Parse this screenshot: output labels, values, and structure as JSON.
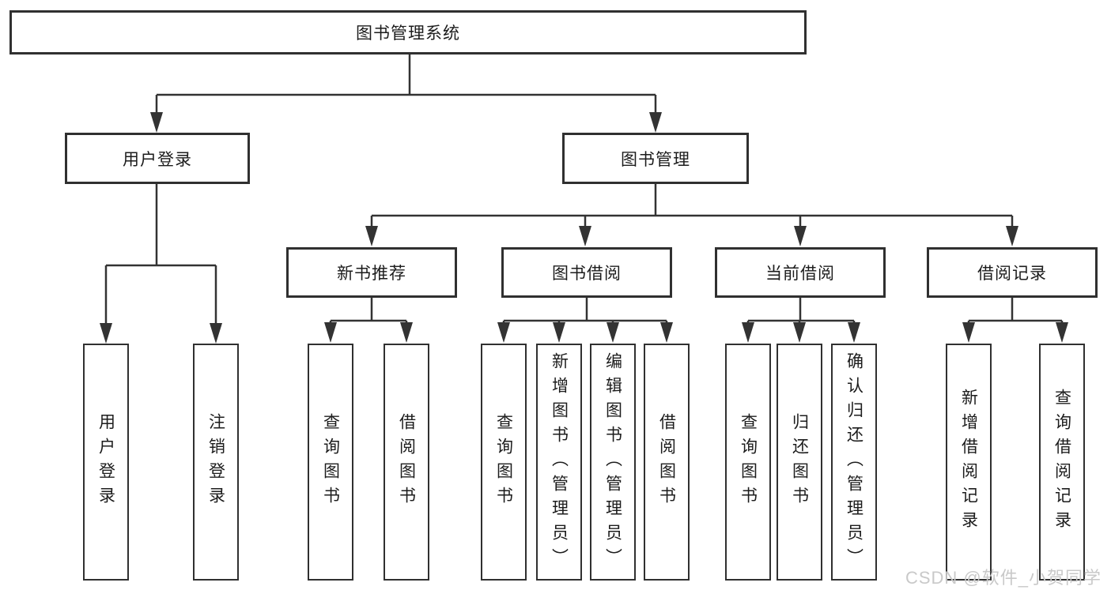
{
  "tree": {
    "root": "图书管理系统",
    "children": [
      {
        "label": "用户登录",
        "children": [
          "用户登录",
          "注销登录"
        ]
      },
      {
        "label": "图书管理",
        "children": [
          {
            "label": "新书推荐",
            "children": [
              "查询图书",
              "借阅图书"
            ]
          },
          {
            "label": "图书借阅",
            "children": [
              "查询图书",
              "新增图书（管理员）",
              "编辑图书（管理员）",
              "借阅图书"
            ]
          },
          {
            "label": "当前借阅",
            "children": [
              "查询图书",
              "归还图书",
              "确认归还（管理员）"
            ]
          },
          {
            "label": "借阅记录",
            "children": [
              "新增借阅记录",
              "查询借阅记录"
            ]
          }
        ]
      }
    ]
  },
  "watermark": {
    "text": "CSDN @软件_小贺同学"
  },
  "colors": {
    "line": "#333333",
    "border": "#303030",
    "text": "#1c1c1c",
    "watermark": "#c9c9c9",
    "background": "#ffffff"
  }
}
